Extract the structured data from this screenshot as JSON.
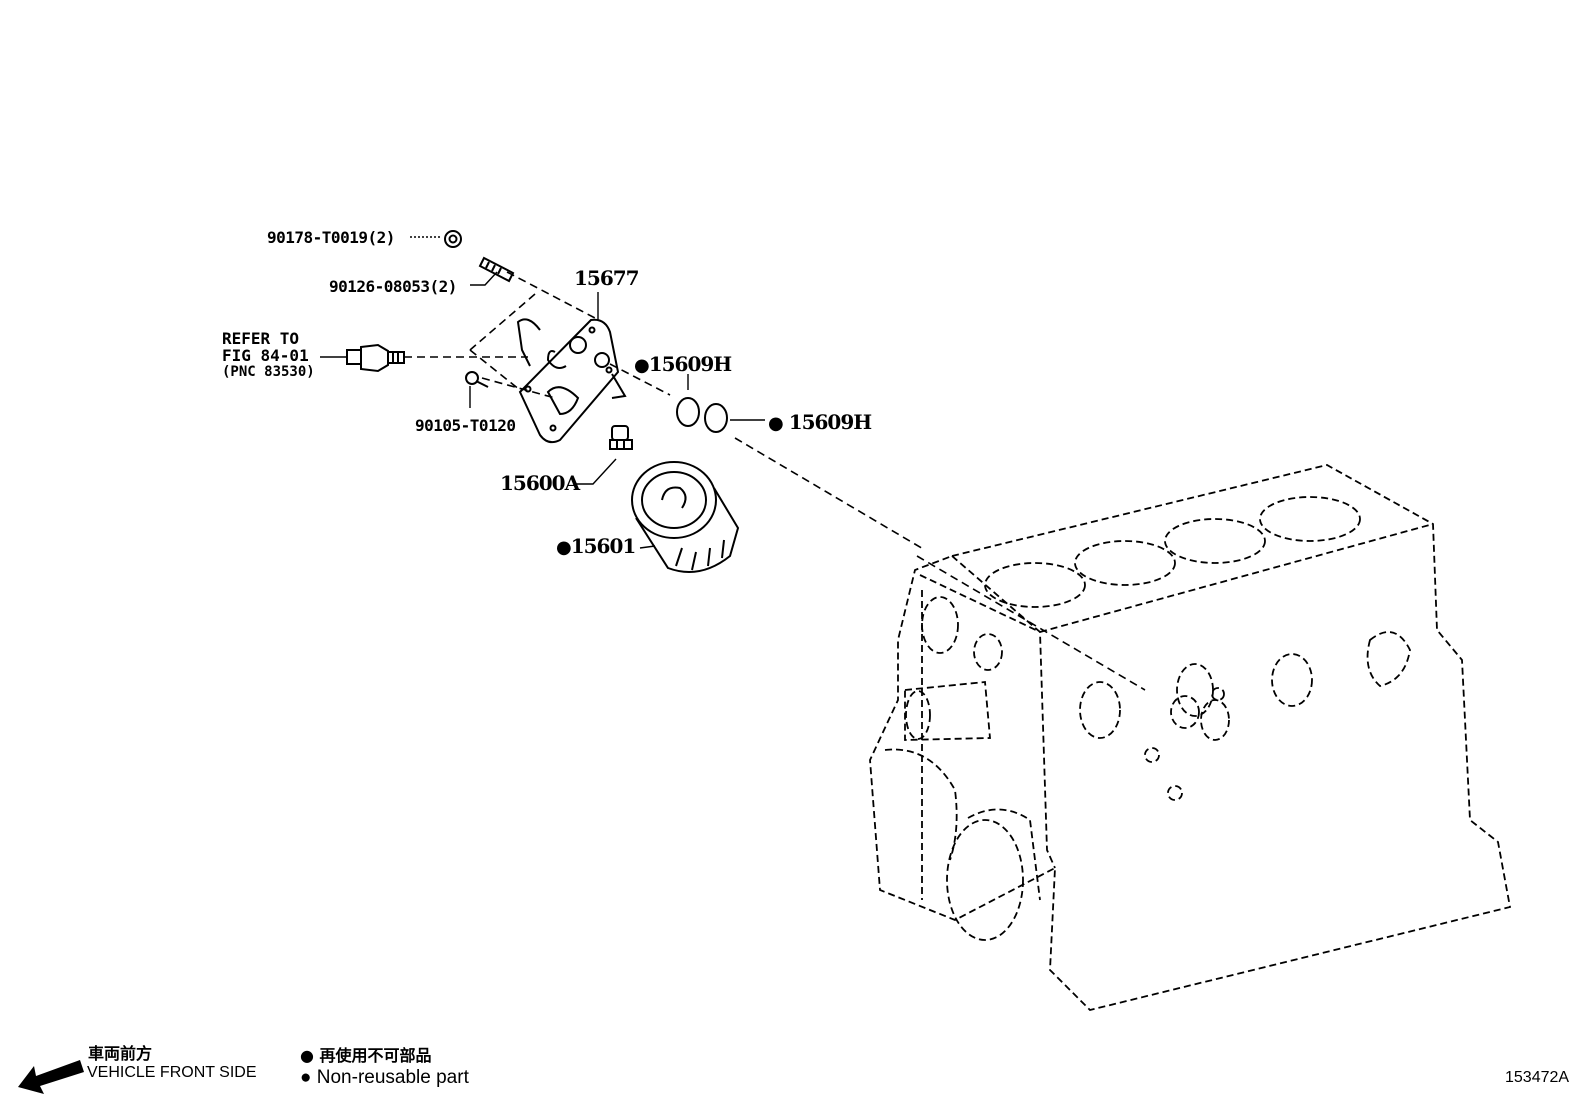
{
  "parts": {
    "nut": "90178-T0019(2)",
    "stud": "90126-08053(2)",
    "oil_filter_bracket": "15677",
    "oring_upper": "15609H",
    "oring_lower": "15609H",
    "union_bolt": "90105-T0120",
    "union": "15600A",
    "oil_filter": "15601",
    "non_reusable_marker": "●"
  },
  "refer": {
    "line1": "REFER TO",
    "line2": "FIG 84-01",
    "line3": "(PNC 83530)"
  },
  "legend": {
    "front_jp": "車両前方",
    "front_en": "VEHICLE FRONT SIDE",
    "nonreuse_jp": "再使用不可部品",
    "nonreuse_en": "Non-reusable part",
    "bullet": "●"
  },
  "figure_id": "153472A"
}
